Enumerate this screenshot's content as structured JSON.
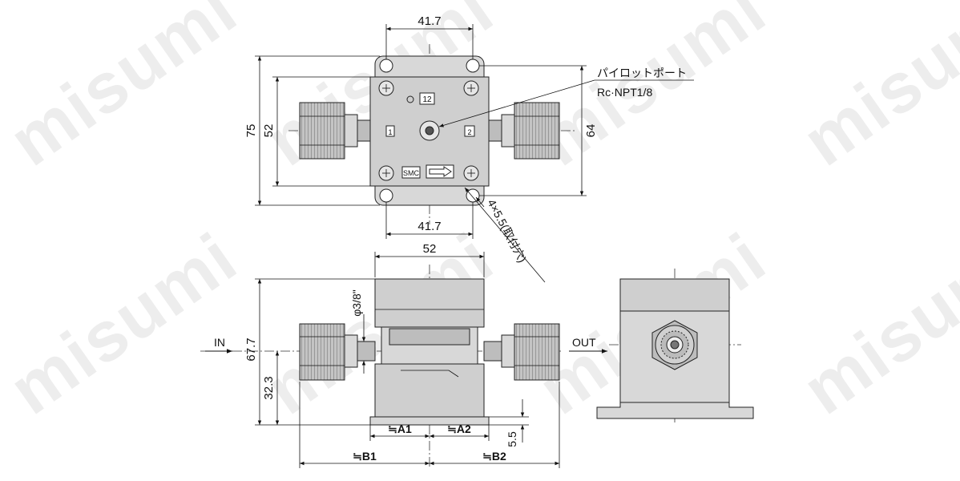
{
  "watermark": "misumi",
  "top_view": {
    "dim_top": "41.7",
    "dim_bottom": "41.7",
    "dim_left_outer": "75",
    "dim_left_inner": "52",
    "dim_right": "64",
    "pilot_port_label": "パイロットポート",
    "pilot_port_spec": "Rc·NPT1/8",
    "mounting_holes": "4×5.5(取付穴)",
    "plate_logo": "SMC",
    "plate_num_top": "12",
    "plate_num_left": "1",
    "plate_num_right": "2"
  },
  "front_view": {
    "dim_top": "52",
    "tube_dia": "φ3/8\"",
    "height_total": "67.7",
    "height_center": "32.3",
    "in_label": "IN",
    "out_label": "OUT",
    "a1": "≒A1",
    "a2": "≒A2",
    "b1": "≒B1",
    "b2": "≒B2",
    "foot": "5.5"
  },
  "colors": {
    "line": "#111111",
    "body": "#d8d8d8",
    "fitting": "#bdbdbd"
  }
}
